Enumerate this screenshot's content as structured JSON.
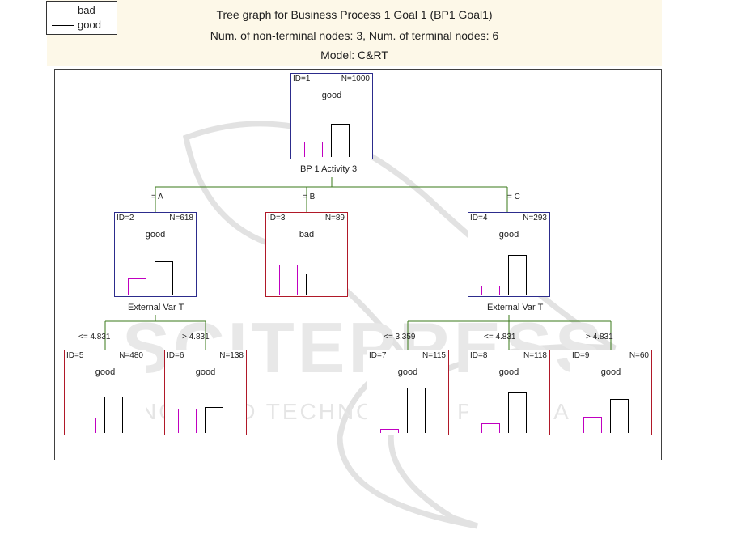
{
  "title": "Tree graph for Business Process 1 Goal 1 (BP1 Goal1)",
  "subtitle": "Num. of non-terminal nodes: 3,  Num. of terminal nodes: 6",
  "model": "Model: C&RT",
  "legend": [
    {
      "label": "bad",
      "color": "#c000c0"
    },
    {
      "label": "good",
      "color": "#000000"
    }
  ],
  "colors": {
    "terminal_border": "#b01828",
    "nonterminal_border": "#2c2c8c",
    "edge": "#3a7a1a",
    "bar_bad": "#c000c0",
    "bar_good": "#000000"
  },
  "watermark": {
    "line1": "SCITEPRESS",
    "line2": "SCIENCE AND TECHNOLOGY PUBLICATIONS"
  },
  "tree": {
    "nodes": [
      {
        "key": "n1",
        "id_text": "ID=1",
        "n_text": "N=1000",
        "cls": "good",
        "terminal": false,
        "bad": 0.2,
        "good": 0.43
      },
      {
        "key": "n2",
        "id_text": "ID=2",
        "n_text": "N=618",
        "cls": "good",
        "terminal": false,
        "bad": 0.22,
        "good": 0.45
      },
      {
        "key": "n3",
        "id_text": "ID=3",
        "n_text": "N=89",
        "cls": "bad",
        "terminal": true,
        "bad": 0.41,
        "good": 0.29
      },
      {
        "key": "n4",
        "id_text": "ID=4",
        "n_text": "N=293",
        "cls": "good",
        "terminal": false,
        "bad": 0.12,
        "good": 0.54
      },
      {
        "key": "n5",
        "id_text": "ID=5",
        "n_text": "N=480",
        "cls": "good",
        "terminal": true,
        "bad": 0.2,
        "good": 0.49
      },
      {
        "key": "n6",
        "id_text": "ID=6",
        "n_text": "N=138",
        "cls": "good",
        "terminal": true,
        "bad": 0.32,
        "good": 0.34
      },
      {
        "key": "n7",
        "id_text": "ID=7",
        "n_text": "N=115",
        "cls": "good",
        "terminal": true,
        "bad": 0.05,
        "good": 0.6
      },
      {
        "key": "n8",
        "id_text": "ID=8",
        "n_text": "N=118",
        "cls": "good",
        "terminal": true,
        "bad": 0.13,
        "good": 0.54
      },
      {
        "key": "n9",
        "id_text": "ID=9",
        "n_text": "N=60",
        "cls": "good",
        "terminal": true,
        "bad": 0.22,
        "good": 0.45
      }
    ],
    "splits": [
      {
        "parent": "n1",
        "variable": "BP 1 Activity 3",
        "children": [
          "n2",
          "n3",
          "n4"
        ],
        "conditions": [
          "= A",
          "= B",
          "= C"
        ]
      },
      {
        "parent": "n2",
        "variable": "External Var T",
        "children": [
          "n5",
          "n6"
        ],
        "conditions": [
          "<=  4.831",
          ">  4.831"
        ]
      },
      {
        "parent": "n4",
        "variable": "External Var T",
        "children": [
          "n7",
          "n8",
          "n9"
        ],
        "conditions": [
          "<=  3.359",
          "<= 4.831",
          ">  4.831"
        ]
      }
    ]
  }
}
